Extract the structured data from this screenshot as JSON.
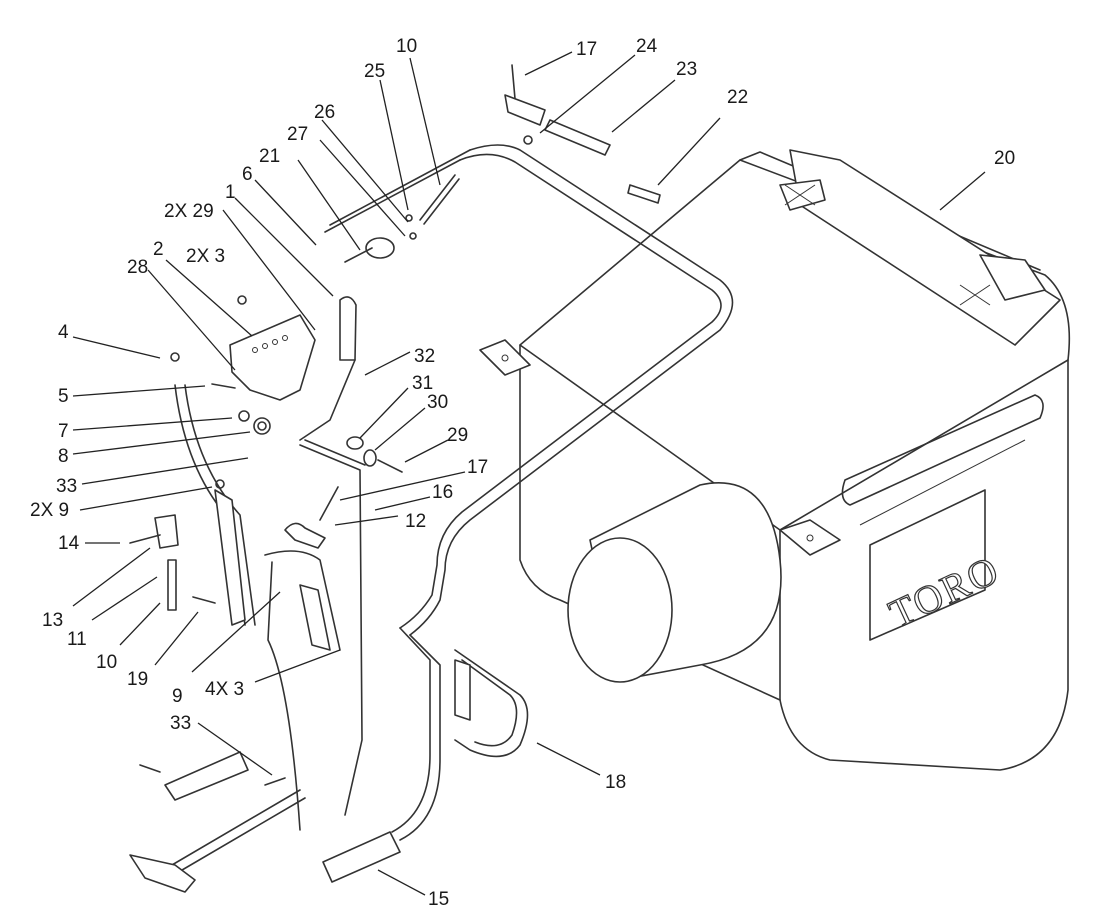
{
  "brand": "TORO",
  "callouts": [
    {
      "id": "c10a",
      "text": "10"
    },
    {
      "id": "c17a",
      "text": "17"
    },
    {
      "id": "c24",
      "text": "24"
    },
    {
      "id": "c23",
      "text": "23"
    },
    {
      "id": "c25",
      "text": "25"
    },
    {
      "id": "c22",
      "text": "22"
    },
    {
      "id": "c26",
      "text": "26"
    },
    {
      "id": "c27",
      "text": "27"
    },
    {
      "id": "c20",
      "text": "20"
    },
    {
      "id": "c21",
      "text": "21"
    },
    {
      "id": "c6",
      "text": "6"
    },
    {
      "id": "c2x29",
      "text": "2X 29"
    },
    {
      "id": "c1",
      "text": "1"
    },
    {
      "id": "c2",
      "text": "2"
    },
    {
      "id": "c2x3",
      "text": "2X 3"
    },
    {
      "id": "c28",
      "text": "28"
    },
    {
      "id": "c4",
      "text": "4"
    },
    {
      "id": "c32",
      "text": "32"
    },
    {
      "id": "c5",
      "text": "5"
    },
    {
      "id": "c31",
      "text": "31"
    },
    {
      "id": "c30",
      "text": "30"
    },
    {
      "id": "c7",
      "text": "7"
    },
    {
      "id": "c8",
      "text": "8"
    },
    {
      "id": "c29",
      "text": "29"
    },
    {
      "id": "c33a",
      "text": "33"
    },
    {
      "id": "c17b",
      "text": "17"
    },
    {
      "id": "c16",
      "text": "16"
    },
    {
      "id": "c2x9",
      "text": "2X 9"
    },
    {
      "id": "c12",
      "text": "12"
    },
    {
      "id": "c14",
      "text": "14"
    },
    {
      "id": "c13",
      "text": "13"
    },
    {
      "id": "c11",
      "text": "11"
    },
    {
      "id": "c10b",
      "text": "10"
    },
    {
      "id": "c19",
      "text": "19"
    },
    {
      "id": "c9",
      "text": "9"
    },
    {
      "id": "c4x3",
      "text": "4X 3"
    },
    {
      "id": "c33b",
      "text": "33"
    },
    {
      "id": "c18",
      "text": "18"
    },
    {
      "id": "c15",
      "text": "15"
    }
  ]
}
